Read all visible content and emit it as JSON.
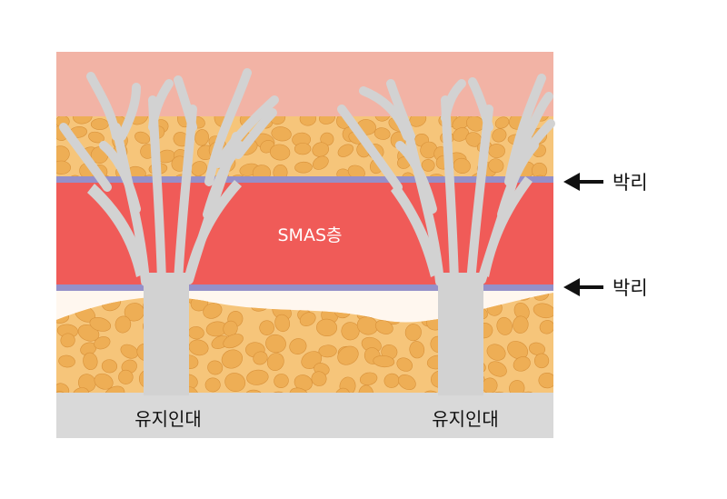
{
  "labels": {
    "smas": "SMAS층",
    "separation_upper": "박리",
    "separation_lower": "박리",
    "ligament_left": "유지인대",
    "ligament_right": "유지인대"
  },
  "arrows": {
    "upper": "arrow-left-icon",
    "lower": "arrow-left-icon"
  },
  "colors": {
    "skin": "#f2b3a5",
    "fat": "#f6c57a",
    "fat_cell": "#eeae55",
    "fat_edge": "#d8913a",
    "smas": "#f05b58",
    "separation_line": "#9590c9",
    "ligament": "#d2d2d2",
    "base": "#d9d9d9",
    "gap": "#fff7ef",
    "text_light": "#ffffff",
    "text_dark": "#111111"
  }
}
